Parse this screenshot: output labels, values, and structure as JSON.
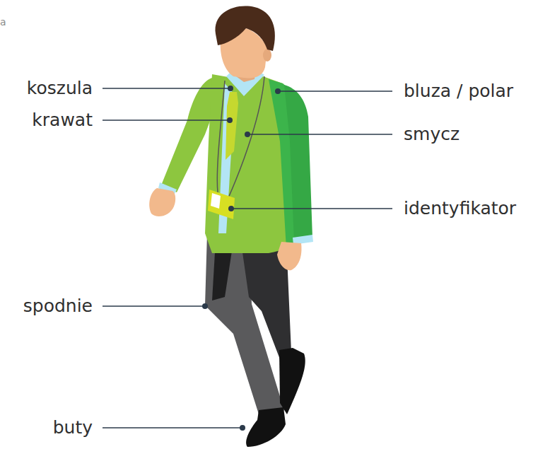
{
  "diagram": {
    "labels": [
      "a",
      "koszula",
      "bluza / polar",
      "krawat",
      "smycz",
      "identyfikator",
      "spodnie",
      "buty"
    ]
  }
}
